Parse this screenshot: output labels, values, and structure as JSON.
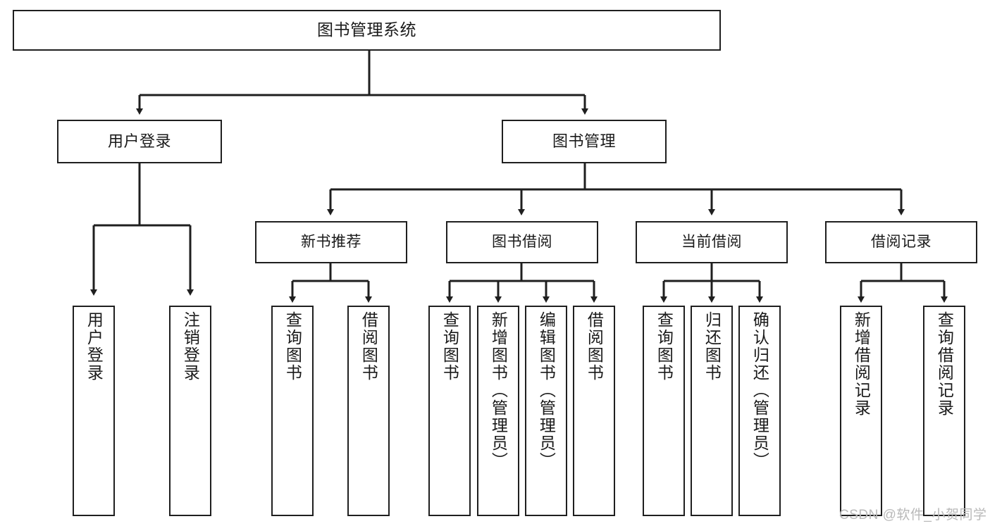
{
  "diagram": {
    "title": "图书管理系统",
    "watermark": "CSDN @软件_小贺同学",
    "stroke_color": "#1f1f1f",
    "background_color": "#ffffff",
    "watermark_color": "#b9b9b9",
    "nodes": {
      "root": "图书管理系统",
      "user_login": "用户登录",
      "book_manage": "图书管理",
      "new_book_rec": "新书推荐",
      "book_borrow": "图书借阅",
      "current_borrow": "当前借阅",
      "borrow_record": "借阅记录",
      "leaf_user_login": "用户登录",
      "leaf_user_logout": "注销登录",
      "leaf_query_book_1": "查询图书",
      "leaf_borrow_book_1": "借阅图书",
      "leaf_query_book_2": "查询图书",
      "leaf_add_book": "新增图书（管理员）",
      "leaf_edit_book": "编辑图书（管理员）",
      "leaf_borrow_book_2": "借阅图书",
      "leaf_query_book_3": "查询图书",
      "leaf_return_book": "归还图书",
      "leaf_confirm_return": "确认归还（管理员）",
      "leaf_add_record": "新增借阅记录",
      "leaf_query_record": "查询借阅记录"
    }
  }
}
